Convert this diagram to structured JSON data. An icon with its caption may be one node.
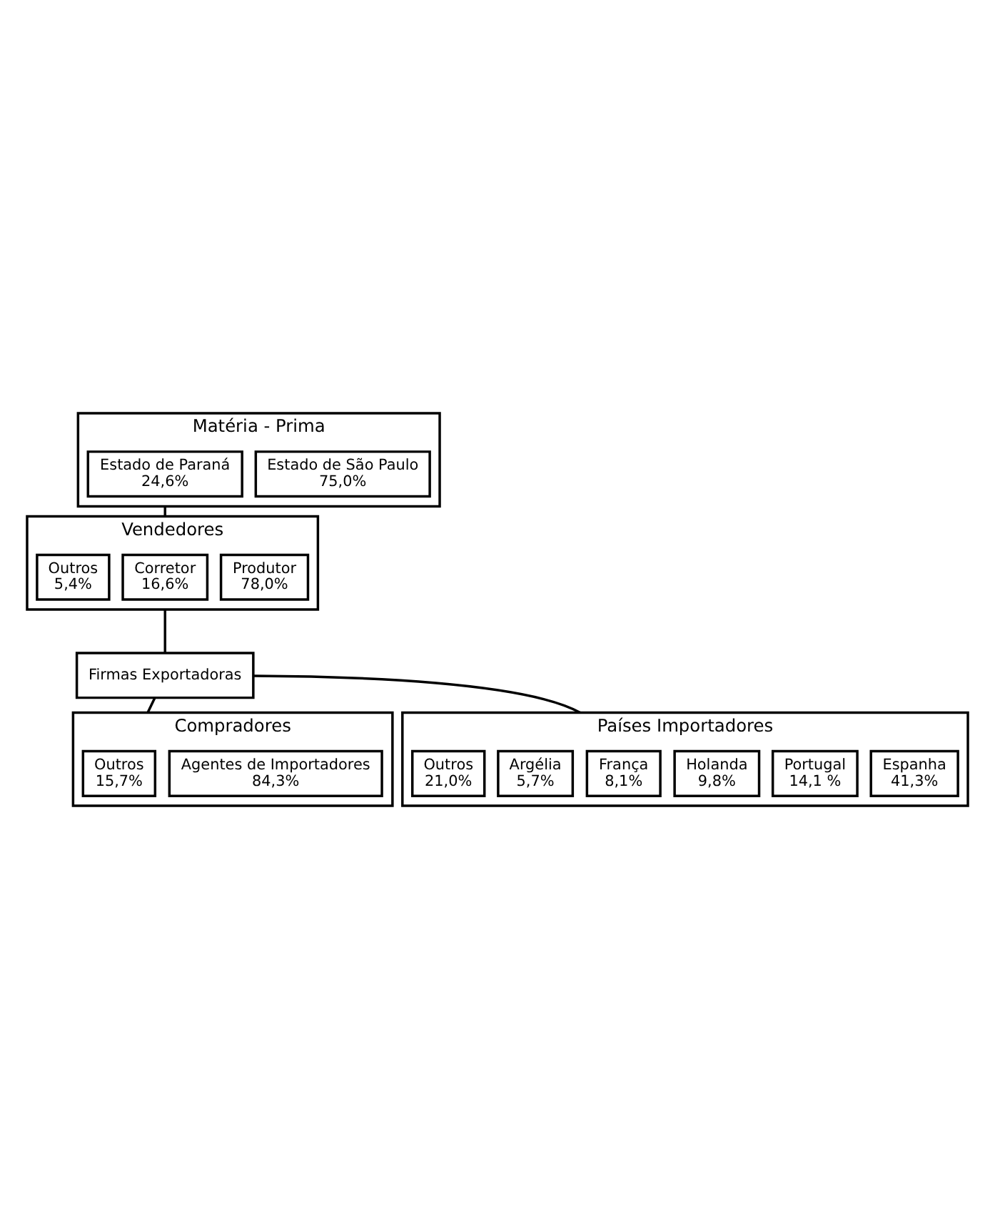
{
  "diagram": {
    "nodes": [
      {
        "text": [
          "Matéria - Prima"
        ]
      },
      {
        "text": [
          "Estado de São Paulo",
          "75,0%"
        ],
        "in": 0
      },
      {
        "text": [
          "Estado de Paraná",
          "24,6%"
        ],
        "in": 0
      },
      {
        "text": [
          "Vendedores"
        ]
      },
      {
        "text": [
          "Produtor",
          "78,0%"
        ],
        "in": 3
      },
      {
        "text": [
          "Corretor",
          "16,6%"
        ],
        "in": 3
      },
      {
        "text": [
          "Outros",
          "5,4%"
        ],
        "in": 3
      },
      {
        "text": [
          "Firmas Exportadoras"
        ]
      },
      {
        "text": [
          "Compradores"
        ]
      },
      {
        "text": [
          "Agentes de Importadores",
          "84,3%"
        ],
        "in": 8
      },
      {
        "text": [
          "Outros",
          "15,7%"
        ],
        "in": 8
      },
      {
        "text": [
          "Países Importadores"
        ]
      },
      {
        "text": [
          "Espanha",
          "41,3%"
        ],
        "in": 11
      },
      {
        "text": [
          "Portugal",
          "14,1 %"
        ],
        "in": 11
      },
      {
        "text": [
          "Holanda",
          "9,8%"
        ],
        "in": 11
      },
      {
        "text": [
          "França",
          "8,1%"
        ],
        "in": 11
      },
      {
        "text": [
          "Argélia",
          "5,7%"
        ],
        "in": 11
      },
      {
        "text": [
          "Outros",
          "21,0%"
        ],
        "in": 11
      }
    ],
    "edges": [
      {
        "from": 0,
        "to": 3,
        "arrow": "none"
      },
      {
        "from": 3,
        "to": 7,
        "arrow": "none"
      },
      {
        "from": 7,
        "to": 8,
        "arrow": "none"
      },
      {
        "from": 7,
        "to": 11,
        "arrow": "none"
      }
    ]
  }
}
